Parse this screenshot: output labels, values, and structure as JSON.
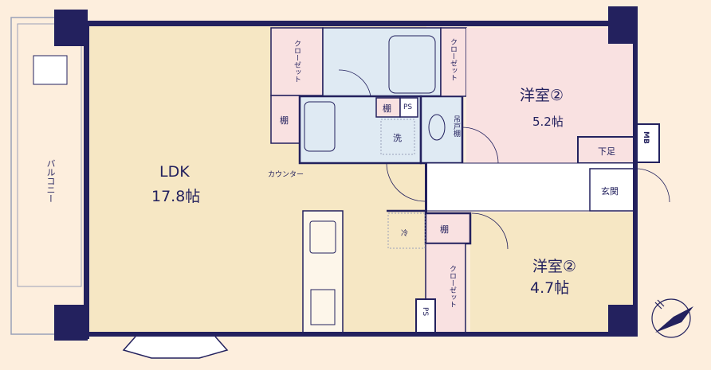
{
  "rooms": {
    "ldk": {
      "name": "LDK",
      "size": "17.8帖"
    },
    "western_room_a": {
      "name": "洋室②",
      "size": "5.2帖"
    },
    "western_room_b": {
      "name": "洋室②",
      "size": "4.7帖"
    }
  },
  "labels": {
    "balcony": "バルコニー",
    "closet_ldk": "クローゼット",
    "shelf_ldk": "棚",
    "counter": "カウンター",
    "shelf_wash": "棚",
    "ps_top": "PS",
    "wash": "洗",
    "hanging_shelf": "吊戸棚",
    "closet_top": "クローゼット",
    "shoe_box": "下足",
    "entrance": "玄関",
    "mb": "MB",
    "fridge": "冷",
    "shelf_bottom": "棚",
    "closet_bottom": "クローゼット",
    "ps_bottom": "PS"
  },
  "colors": {
    "wall": "#23215e",
    "ldk_floor": "#f6e7c4",
    "closet": "#f9e1e1",
    "wet": "#dfeaf3",
    "background": "#fdeedd"
  }
}
